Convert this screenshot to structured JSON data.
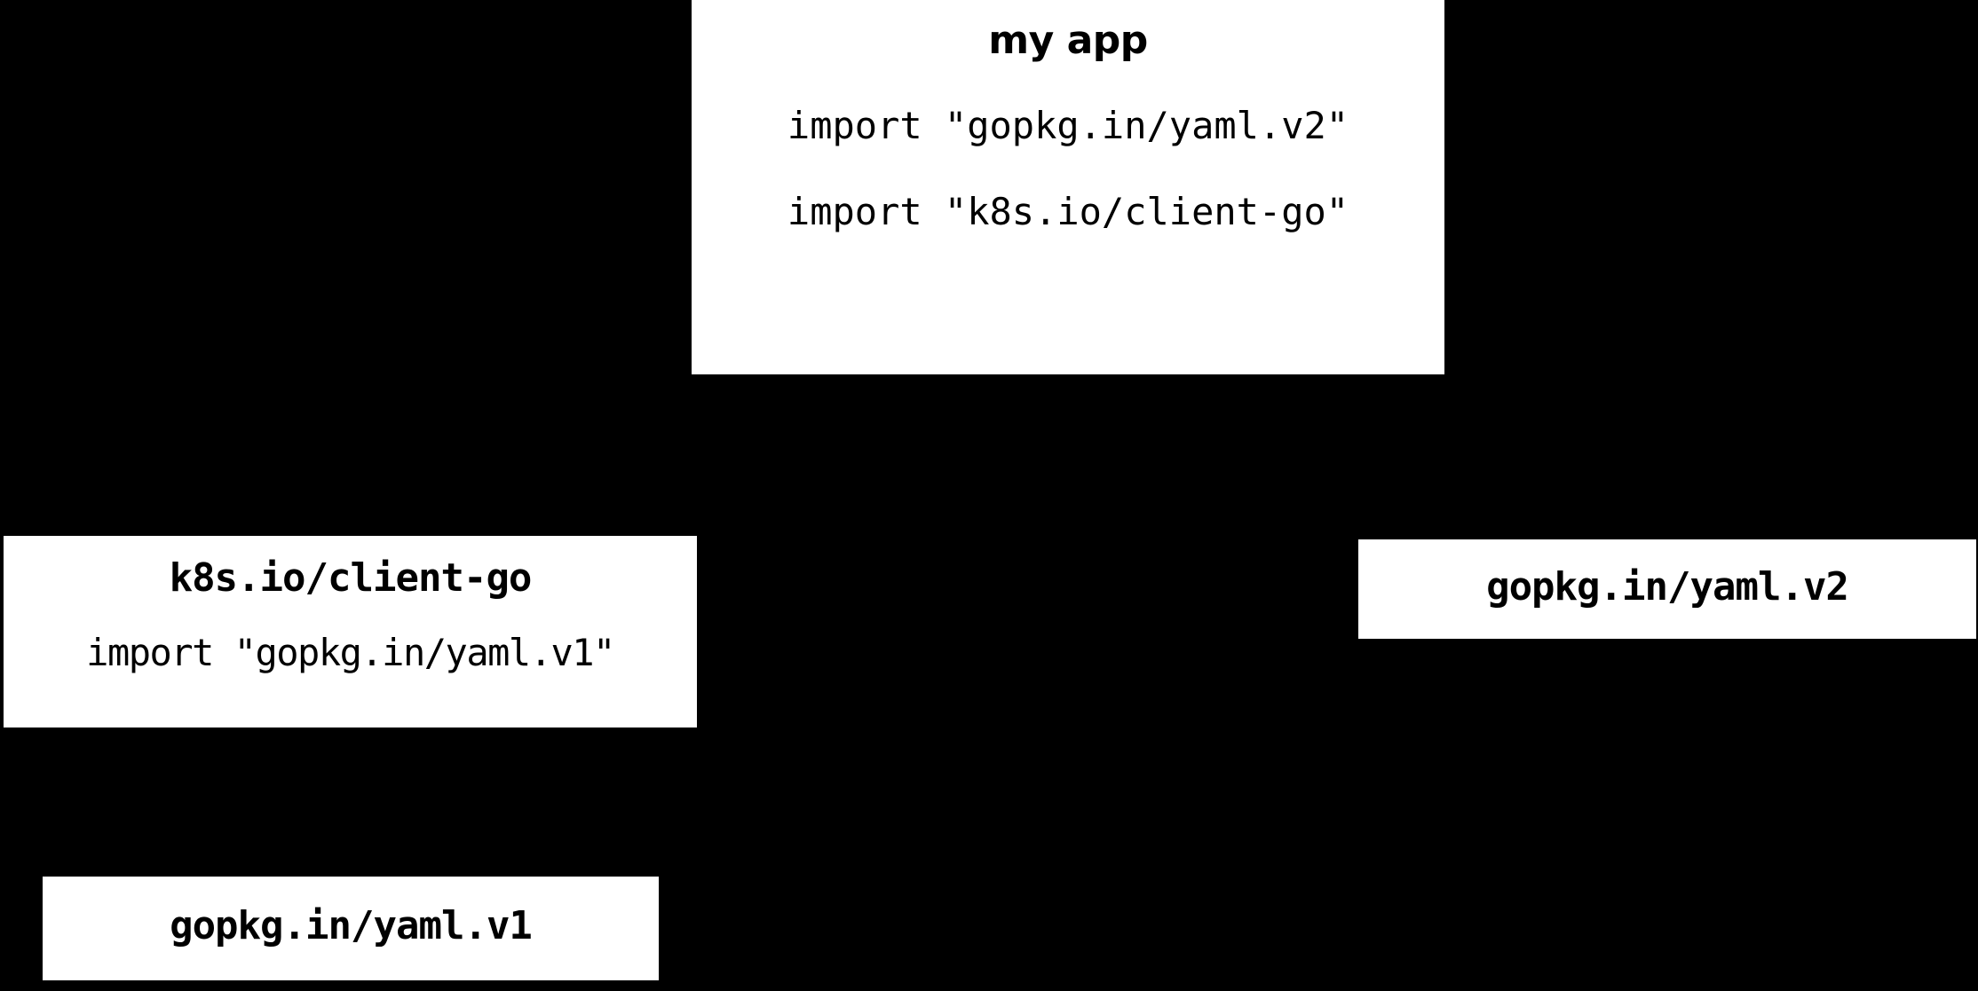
{
  "diagram": {
    "background_color": "#000000",
    "node_fill_color": "#ffffff",
    "node_text_color": "#000000",
    "edge_color": "#000000",
    "nodes": [
      {
        "id": "my-app",
        "title": "my app",
        "lines": [
          "import \"gopkg.in/yaml.v2\"",
          "import \"k8s.io/client-go\""
        ]
      },
      {
        "id": "client-go",
        "title": "k8s.io/client-go",
        "lines": [
          "import \"gopkg.in/yaml.v1\""
        ]
      },
      {
        "id": "yaml-v2",
        "title": "gopkg.in/yaml.v2",
        "lines": []
      },
      {
        "id": "yaml-v1",
        "title": "gopkg.in/yaml.v1",
        "lines": []
      }
    ],
    "edges": [
      {
        "id": "edge-myapp-yamlv2",
        "from": "my-app",
        "to": "yaml-v2",
        "style": "curve-right"
      },
      {
        "id": "edge-myapp-clientgo",
        "from": "my-app",
        "to": "client-go",
        "style": "line-left"
      }
    ]
  }
}
